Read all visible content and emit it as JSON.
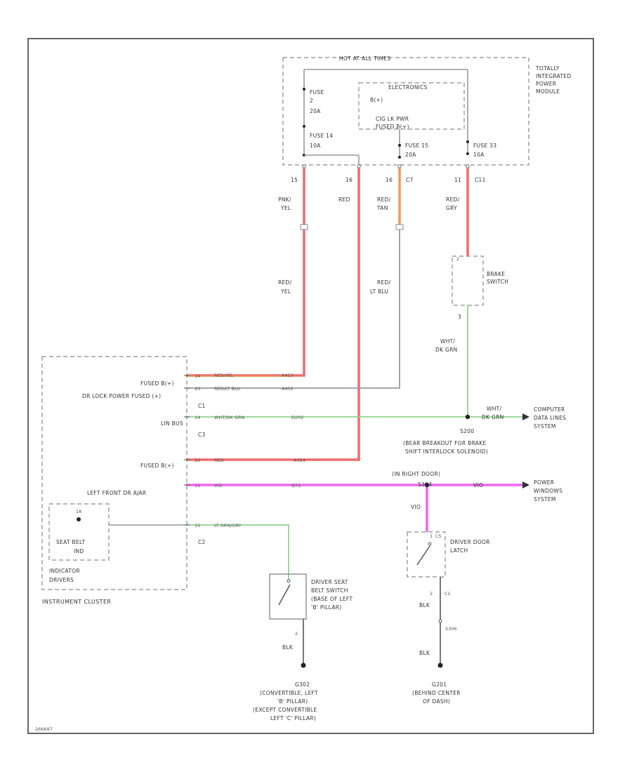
{
  "colors": {
    "red": "#f06a6a",
    "orange": "#f29a52",
    "green": "#8fd48f",
    "magenta": "#ee66ee",
    "gray": "#999999",
    "ink": "#333333"
  },
  "tipm": {
    "title_lines": [
      "TOTALLY",
      "INTEGRATED",
      "POWER",
      "MODULE"
    ],
    "hot_at_all_times": "HOT AT ALL TIMES",
    "electronics": "ELECTRONICS",
    "b_plus": "B(+)",
    "cigar_fuse_lines": [
      "CIG LK PWR",
      "FUSED B(+)"
    ],
    "fuse_a": {
      "name": "FUSE",
      "num": "2",
      "amps": "20A"
    },
    "fuse_b": {
      "name": "FUSE 14",
      "amps": "10A"
    },
    "fuse_c": {
      "name": "FUSE 15",
      "amps": "20A"
    },
    "fuse_d": {
      "name": "FUSE 33",
      "amps": "10A"
    },
    "pins": {
      "p1": "15",
      "p2": "16",
      "p3": "16",
      "p3c": "C7",
      "p4": "11",
      "p4c": "C11"
    }
  },
  "wires": {
    "w1_upper": [
      "PNK/",
      "YEL"
    ],
    "w2_upper": "RED",
    "w3_upper": [
      "RED/",
      "TAN"
    ],
    "w4_upper": [
      "RED/",
      "GRY"
    ],
    "w1_lower": [
      "RED/",
      "YEL"
    ],
    "w3_lower": [
      "RED/",
      "LT BLU"
    ],
    "brake_out": [
      "WHT/",
      "DK GRN"
    ],
    "row1_wire": "RED/YEL",
    "row1_circuit": "A410",
    "row2_wire": "RED/LT BLU",
    "row2_circuit": "A452",
    "row3_wire": "WHT/DK GRN",
    "row3_circuit": "D202",
    "row4_wire": "RED",
    "row4_circuit": "A414",
    "row5_wire": "VIO",
    "row5_circuit": "Q71",
    "row5_right_wire": "VIO",
    "row6_wire": "LT GRN/GRY",
    "cdl_wire": [
      "WHT/",
      "DK GRN"
    ],
    "door_drop": "VIO",
    "seat_ground": "BLK",
    "door_ground": "BLK",
    "door_ground2": "BLK"
  },
  "brake_switch": {
    "lines": [
      "BRAKE",
      "SWITCH"
    ],
    "pin_top": "2",
    "pin_bottom": "3"
  },
  "splice_s200": {
    "id": "S200",
    "lines": [
      "(BEAR BREAKOUT FOR BRAKE",
      "SHIFT INTERLOCK SOLENOID)"
    ]
  },
  "computer_data": {
    "lines": [
      "COMPUTER",
      "DATA LINES",
      "SYSTEM"
    ]
  },
  "power_windows": {
    "lines": [
      "POWER",
      "WINDOWS",
      "SYSTEM"
    ]
  },
  "splice_right_door": "(IN RIGHT DOOR)",
  "cluster": {
    "title": "INSTRUMENT CLUSTER",
    "pins": [
      {
        "num": "14",
        "label": "FUSED B(+)",
        "conn": ""
      },
      {
        "num": "20",
        "label": "DR LOCK POWER FUSED (+)",
        "conn": "C1"
      },
      {
        "num": "14",
        "label": "LIN BUS",
        "conn": "C3"
      },
      {
        "num": "20",
        "label": "FUSED B(+)",
        "conn": ""
      },
      {
        "num": "11",
        "label": "LEFT FRONT DR AJAR",
        "conn": ""
      },
      {
        "num": "15",
        "label": "",
        "conn": "C2"
      }
    ],
    "seat_belt_ind": [
      "SEAT BELT",
      "IND"
    ],
    "indicator_lines": [
      "INDICATOR",
      "DRIVERS"
    ],
    "bulb_pin": "18"
  },
  "seat_switch": {
    "lines": [
      "DRIVER SEAT",
      "BELT SWITCH",
      "(BASE OF LEFT",
      "'B' PILLAR)"
    ],
    "pin": "2"
  },
  "door_latch": {
    "lines": [
      "DRIVER DOOR",
      "LATCH"
    ],
    "pin_top": "1",
    "pin_top_c": "C5",
    "pin_bottom": "2",
    "pin_bottom_c": "C1"
  },
  "ground_g302": {
    "id": "G302",
    "lines": [
      "(CONVERTIBLE, LEFT",
      "'B' PILLAR)",
      "(EXCEPT CONVERTIBLE",
      "LEFT 'C' PILLAR)"
    ]
  },
  "ground_g201": {
    "id": "G201",
    "lines": [
      "(BEHIND CENTER",
      "OF DASH)"
    ]
  },
  "door_splice_id": "S304",
  "footer_code": "266697"
}
